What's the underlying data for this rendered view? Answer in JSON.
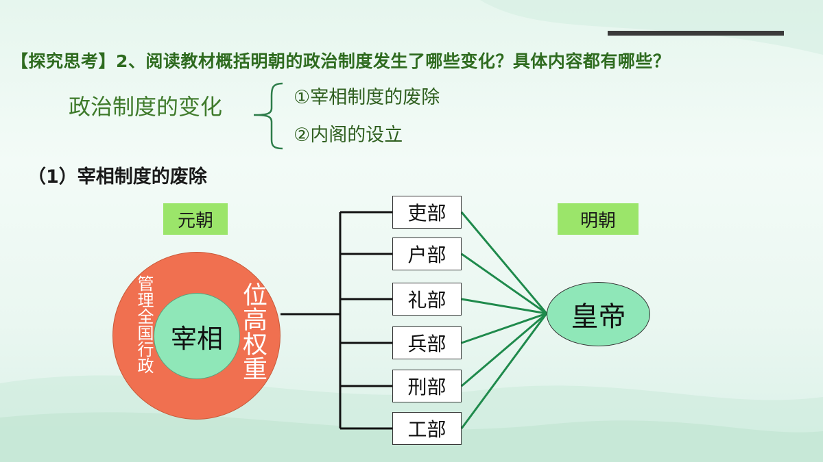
{
  "question": "【探究思考】2、阅读教材概括明朝的政治制度发生了哪些变化？具体内容都有哪些？",
  "change": {
    "label": "政治制度的变化",
    "items": [
      "①宰相制度的废除",
      "②内阁的设立"
    ]
  },
  "section_heading": "（1）宰相制度的废除",
  "eras": {
    "yuan": "元朝",
    "ming": "明朝"
  },
  "chancellor": {
    "center": "宰相",
    "left_text": "管理全国行政",
    "right_text": "位高权重"
  },
  "ministries": [
    "吏部",
    "户部",
    "礼部",
    "兵部",
    "刑部",
    "工部"
  ],
  "emperor": "皇帝",
  "colors": {
    "title_green": "#2e6b1f",
    "era_label_bg": "#9be56a",
    "outer_circle": "#f07050",
    "inner_circle": "#8fe7b8",
    "connector_green": "#1f8a4c"
  }
}
